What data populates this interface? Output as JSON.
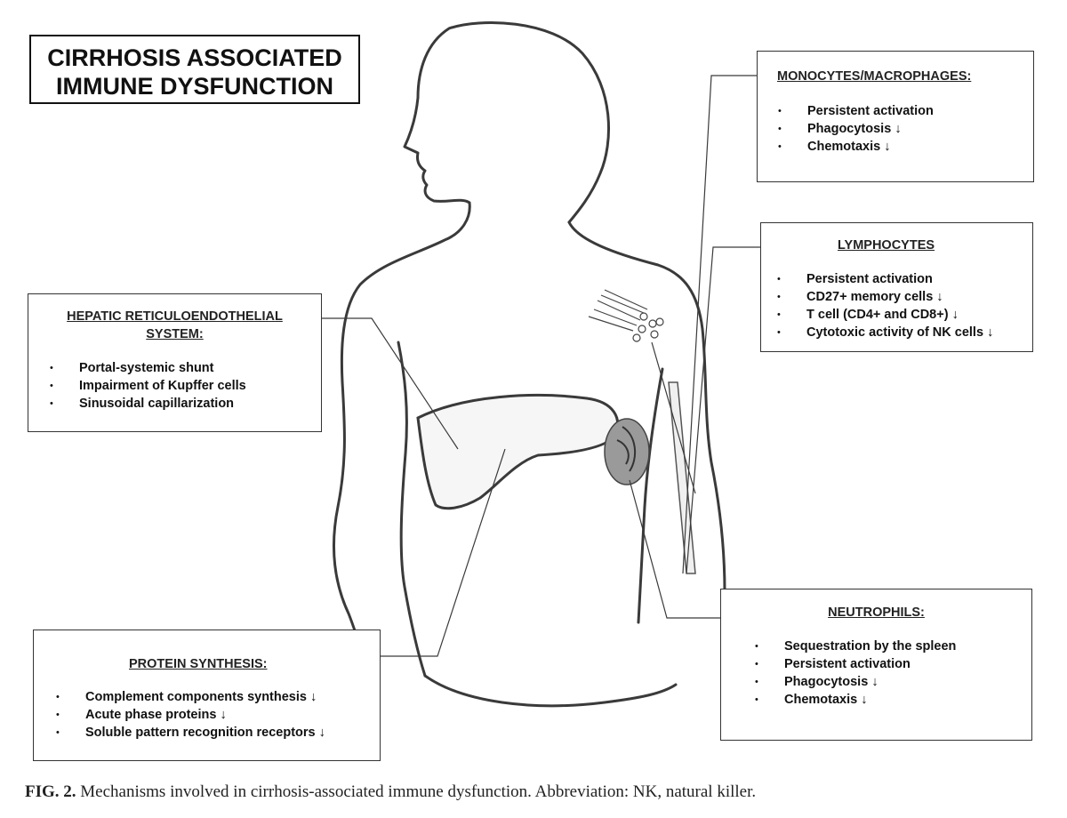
{
  "title": {
    "line1": "CIRRHOSIS ASSOCIATED",
    "line2": "IMMUNE DYSFUNCTION"
  },
  "boxes": {
    "monocytes": {
      "header": "MONOCYTES/MACROPHAGES:",
      "items": [
        "Persistent activation",
        "Phagocytosis",
        "Chemotaxis"
      ],
      "arrows": [
        "",
        "↓",
        "↓"
      ]
    },
    "lymphocytes": {
      "header": "LYMPHOCYTES",
      "items": [
        "Persistent activation",
        "CD27+ memory cells",
        "T cell (CD4+ and CD8+)",
        "Cytotoxic activity of NK cells"
      ],
      "arrows": [
        "",
        "↓",
        "↓",
        "↓"
      ]
    },
    "hepatic": {
      "header_line1": "HEPATIC RETICULOENDOTHELIAL",
      "header_line2": "SYSTEM:",
      "items": [
        "Portal-systemic shunt",
        "Impairment of Kupffer cells",
        "Sinusoidal capillarization"
      ]
    },
    "neutrophils": {
      "header": "NEUTROPHILS:",
      "items": [
        "Sequestration by the spleen",
        "Persistent activation",
        "Phagocytosis",
        "Chemotaxis"
      ],
      "arrows": [
        "",
        "",
        "↓",
        "↓"
      ]
    },
    "protein": {
      "header": "PROTEIN SYNTHESIS:",
      "items": [
        "Complement components synthesis",
        "Acute phase proteins",
        "Soluble pattern recognition receptors"
      ],
      "arrows": [
        "↓",
        "↓",
        "↓"
      ]
    }
  },
  "bullet": "•",
  "caption": {
    "label": "FIG. 2.",
    "text": " Mechanisms involved in cirrhosis-associated immune dysfunction. Abbreviation: NK, natural killer."
  },
  "colors": {
    "line": "#3a3a3a",
    "organ_fill": "#f6f6f6",
    "spleen_fill": "#9a9a9a",
    "cell_fill": "#8a8a8a"
  }
}
